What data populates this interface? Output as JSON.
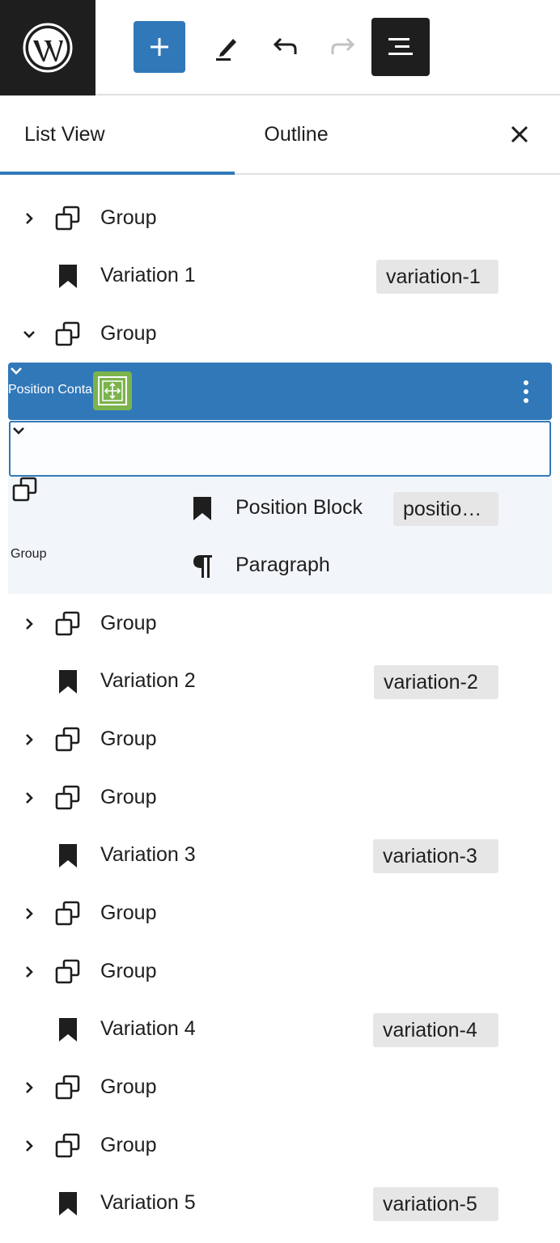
{
  "tabs": {
    "list_view": "List View",
    "outline": "Outline"
  },
  "colors": {
    "accent": "#3178b9",
    "dark": "#1e1e1e",
    "block_icon": "#7bb34c"
  },
  "icons": {
    "logo": "wordpress-logo-icon",
    "add": "plus-icon",
    "edit": "pencil-icon",
    "undo": "undo-icon",
    "redo": "redo-icon",
    "list_view": "list-view-icon",
    "close": "close-icon"
  },
  "rows": {
    "r0": {
      "label": "Group"
    },
    "r1": {
      "label": "Variation 1",
      "badge": "variation-1"
    },
    "r2": {
      "label": "Group"
    },
    "r3": {
      "label": "Position Container"
    },
    "r4": {
      "label": "Group"
    },
    "r5": {
      "label": "Position Block",
      "badge": "positio…"
    },
    "r6": {
      "label": "Paragraph"
    },
    "r7": {
      "label": "Group"
    },
    "r8": {
      "label": "Variation 2",
      "badge": "variation-2"
    },
    "r9": {
      "label": "Group"
    },
    "r10": {
      "label": "Group"
    },
    "r11": {
      "label": "Variation 3",
      "badge": "variation-3"
    },
    "r12": {
      "label": "Group"
    },
    "r13": {
      "label": "Group"
    },
    "r14": {
      "label": "Variation 4",
      "badge": "variation-4"
    },
    "r15": {
      "label": "Group"
    },
    "r16": {
      "label": "Group"
    },
    "r17": {
      "label": "Variation 5",
      "badge": "variation-5"
    }
  }
}
